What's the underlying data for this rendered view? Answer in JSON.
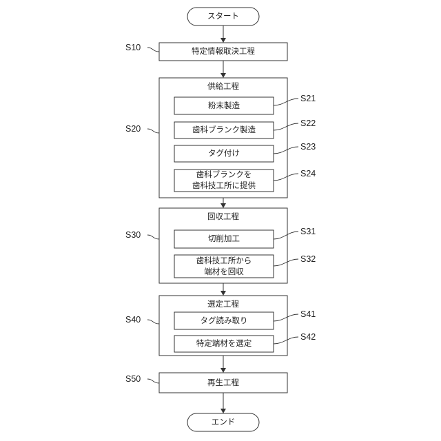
{
  "terminals": {
    "start": "スタート",
    "end": "エンド"
  },
  "steps": {
    "s10": {
      "id": "S10",
      "label": "特定情報取決工程"
    },
    "s20": {
      "id": "S20",
      "label": "供給工程"
    },
    "s21": {
      "id": "S21",
      "label": "粉末製造"
    },
    "s22": {
      "id": "S22",
      "label": "歯科ブランク製造"
    },
    "s23": {
      "id": "S23",
      "label": "タグ付け"
    },
    "s24": {
      "id": "S24",
      "line1": "歯科ブランクを",
      "line2": "歯科技工所に提供"
    },
    "s30": {
      "id": "S30",
      "label": "回収工程"
    },
    "s31": {
      "id": "S31",
      "label": "切削加工"
    },
    "s32": {
      "id": "S32",
      "line1": "歯科技工所から",
      "line2": "端材を回収"
    },
    "s40": {
      "id": "S40",
      "label": "選定工程"
    },
    "s41": {
      "id": "S41",
      "label": "タグ読み取り"
    },
    "s42": {
      "id": "S42",
      "label": "特定端材を選定"
    },
    "s50": {
      "id": "S50",
      "label": "再生工程"
    }
  }
}
